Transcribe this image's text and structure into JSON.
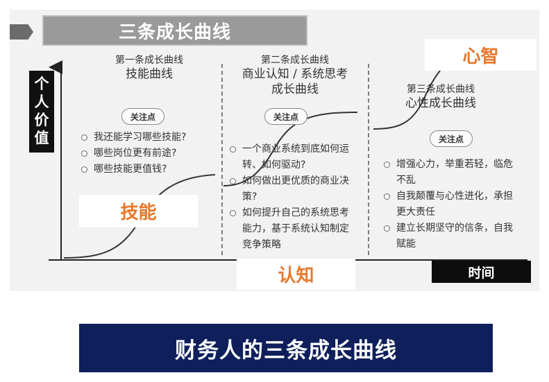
{
  "header": {
    "title": "三条成长曲线"
  },
  "axes": {
    "y_label": "个人价值",
    "x_label": "时间"
  },
  "focus_label": "关注点",
  "stages": [
    {
      "title_line1": "第一条成长曲线",
      "title_line2": "技能曲线",
      "questions": [
        "我还能学习哪些技能?",
        "哪些岗位更有前途?",
        "哪些技能更值钱?"
      ],
      "tag": "技能"
    },
    {
      "title_line1": "第二条成长曲线",
      "title_line2": "商业认知 / 系统思考",
      "title_line3": "成长曲线",
      "questions": [
        "一个商业系统到底如何运转、如何驱动?",
        "如何做出更优质的商业决策?",
        "如何提升自己的系统思考能力，基于系统认知制定竞争策略"
      ],
      "tag": "认知"
    },
    {
      "title_line1": "第三条成长曲线",
      "title_line2": "心性成长曲线",
      "questions": [
        "增强心力，举重若轻，临危不乱",
        "自我颠覆与心性进化，承担更大责任",
        "建立长期坚守的信条，自我赋能"
      ],
      "tag": "心智"
    }
  ],
  "footer": {
    "banner": "财务人的三条成长曲线"
  },
  "colors": {
    "accent": "#e8782a",
    "banner_bg": "#0e1f5b",
    "panel_bg": "#f2f2f2"
  }
}
